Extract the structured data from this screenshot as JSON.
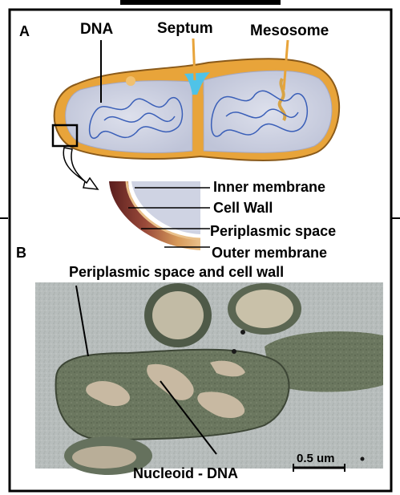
{
  "panel_a": {
    "letter": "A",
    "labels": {
      "dna": "DNA",
      "septum": "Septum",
      "mesosome": "Mesosome"
    },
    "zoom_labels": {
      "inner_membrane": "Inner membrane",
      "cell_wall": "Cell Wall",
      "periplasmic_space": "Periplasmic space",
      "outer_membrane": "Outer membrane"
    }
  },
  "panel_b": {
    "letter": "B",
    "labels": {
      "periplasmic_and_wall": "Periplasmic space and cell wall",
      "nucleoid": "Nucleoid - DNA"
    },
    "scale_bar": "0.5 um"
  },
  "colors": {
    "frame": "#000000",
    "cell_wall_orange": "#e8a43a",
    "cytoplasm": "#cfd3e3",
    "septum_cyan": "#4fc3e8",
    "dna_blue": "#3a5fb8",
    "micrograph_bg": "#b9c0bf",
    "cell_dark": "#67745f",
    "nucleoid_light": "#c8b9a2"
  }
}
